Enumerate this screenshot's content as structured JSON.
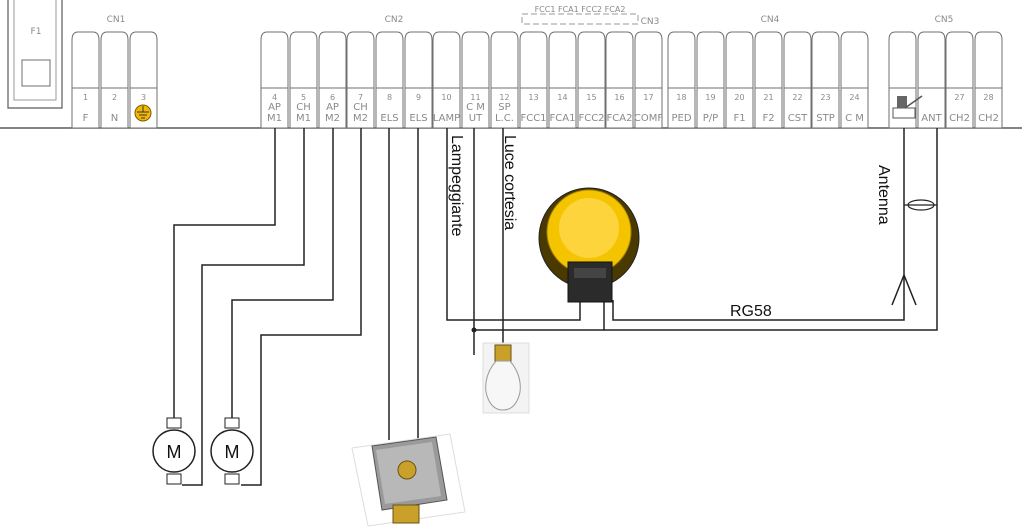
{
  "board": {
    "fuse_label": "F1",
    "headers": {
      "cn1": "CN1",
      "cn2": "CN2",
      "cn3": "CN3",
      "cn4": "CN4",
      "cn5": "CN5",
      "cn3_top": "FCC1 FCA1 FCC2 FCA2"
    }
  },
  "terminals": [
    {
      "num": "1",
      "line1": "",
      "line2": "F"
    },
    {
      "num": "2",
      "line1": "",
      "line2": "N"
    },
    {
      "num": "3",
      "line1": "",
      "line2": ""
    },
    {
      "num": "4",
      "line1": "AP",
      "line2": "M1"
    },
    {
      "num": "5",
      "line1": "CH",
      "line2": "M1"
    },
    {
      "num": "6",
      "line1": "AP",
      "line2": "M2"
    },
    {
      "num": "7",
      "line1": "CH",
      "line2": "M2"
    },
    {
      "num": "8",
      "line1": "",
      "line2": "ELS"
    },
    {
      "num": "9",
      "line1": "",
      "line2": "ELS"
    },
    {
      "num": "10",
      "line1": "",
      "line2": "LAMP"
    },
    {
      "num": "11",
      "line1": "C M",
      "line2": "UT"
    },
    {
      "num": "12",
      "line1": "SP",
      "line2": "L.C."
    },
    {
      "num": "13",
      "line1": "",
      "line2": "FCC1"
    },
    {
      "num": "14",
      "line1": "",
      "line2": "FCA1"
    },
    {
      "num": "15",
      "line1": "",
      "line2": "FCC2"
    },
    {
      "num": "16",
      "line1": "",
      "line2": "FCA2"
    },
    {
      "num": "17",
      "line1": "",
      "line2": "COMF"
    },
    {
      "num": "18",
      "line1": "",
      "line2": "PED"
    },
    {
      "num": "19",
      "line1": "",
      "line2": "P/P"
    },
    {
      "num": "20",
      "line1": "",
      "line2": "F1"
    },
    {
      "num": "21",
      "line1": "",
      "line2": "F2"
    },
    {
      "num": "22",
      "line1": "",
      "line2": "CST"
    },
    {
      "num": "23",
      "line1": "",
      "line2": "STP"
    },
    {
      "num": "24",
      "line1": "",
      "line2": "C M"
    },
    {
      "num": "",
      "line1": "",
      "line2": ""
    },
    {
      "num": "",
      "line1": "",
      "line2": "ANT"
    },
    {
      "num": "27",
      "line1": "",
      "line2": "CH2"
    },
    {
      "num": "28",
      "line1": "",
      "line2": "CH2"
    }
  ],
  "labels": {
    "lampeggiante": "Lampeggiante",
    "luce_cortesia": "Luce cortesia",
    "antenna": "Antenna",
    "rg58": "RG58",
    "motor_1": "M",
    "motor_2": "M"
  },
  "colors": {
    "ground_symbol": "#f2b705",
    "flasher_lens": "#f5c400",
    "lock_body": "#9a9a9a",
    "wire": "#222222"
  }
}
